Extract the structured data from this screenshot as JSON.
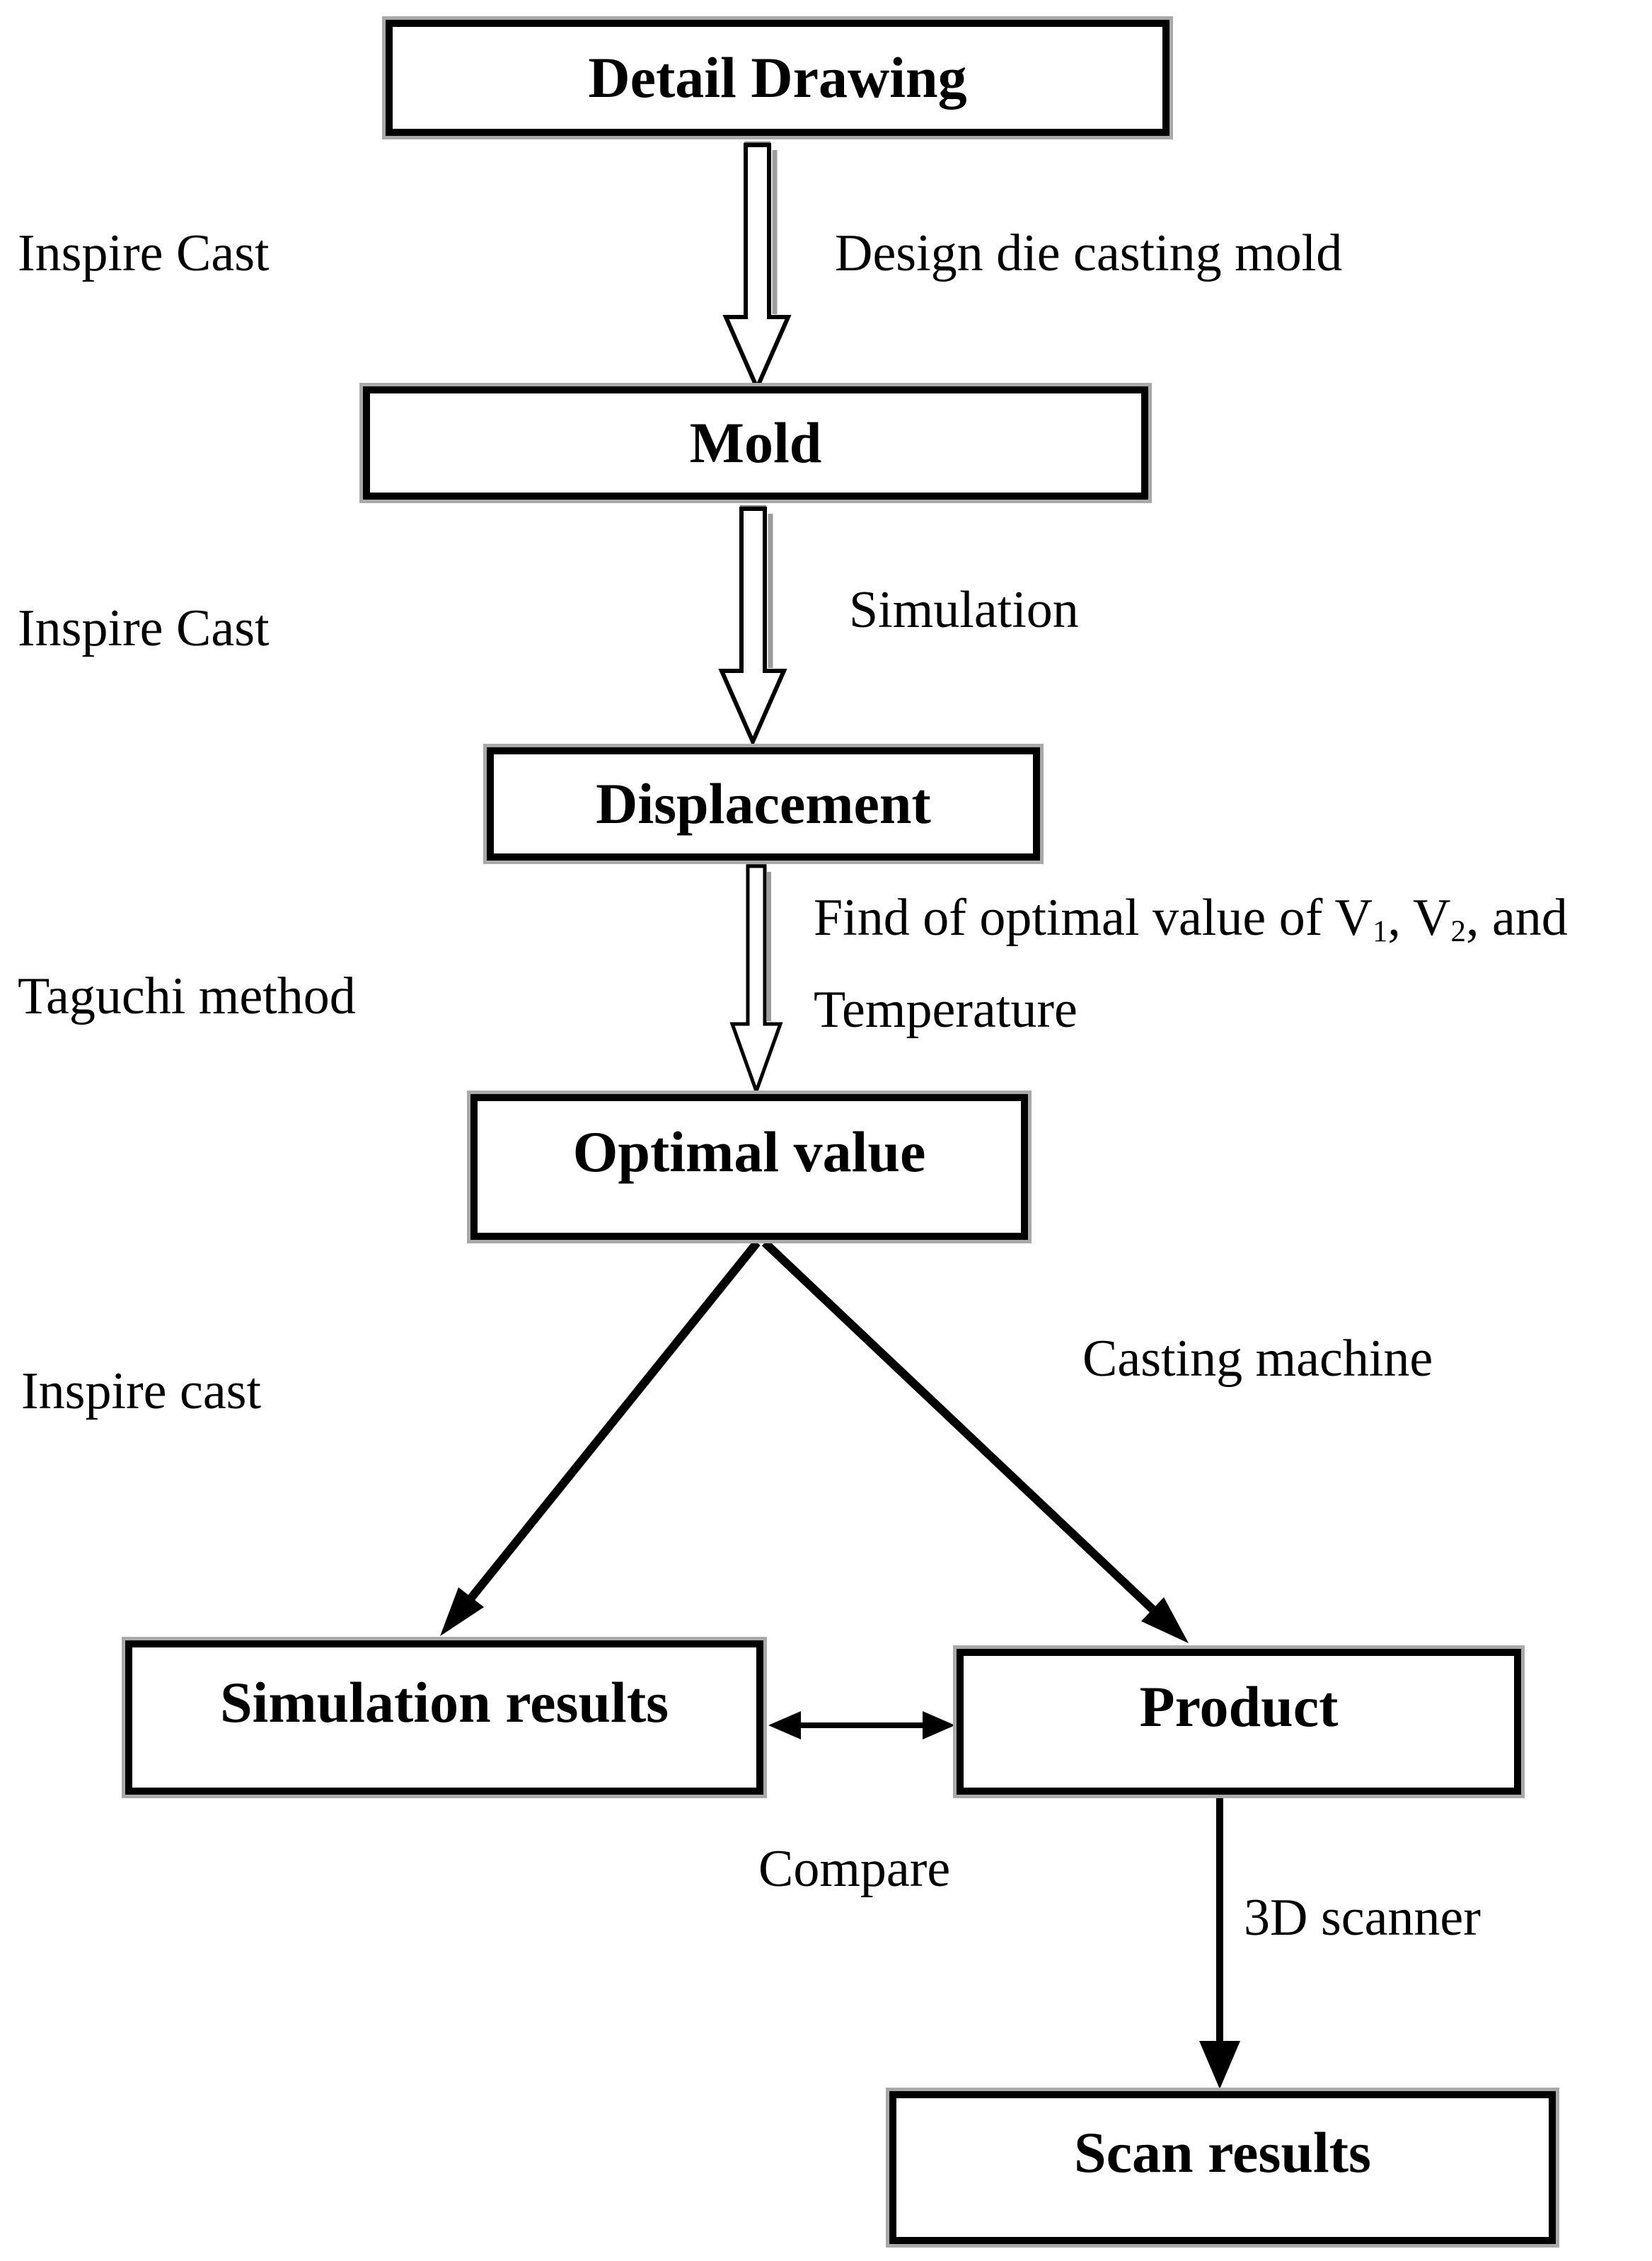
{
  "figure": {
    "type": "flowchart",
    "background_color": "#ffffff",
    "line_color": "#000000",
    "box_shadow_color": "#a9a9a9"
  },
  "boxes": {
    "detail_drawing": {
      "label": "Detail Drawing"
    },
    "mold": {
      "label": "Mold"
    },
    "displacement": {
      "label": "Displacement"
    },
    "optimal_value": {
      "label": "Optimal value"
    },
    "simulation_results": {
      "label": "Simulation results"
    },
    "product": {
      "label": "Product"
    },
    "scan_results": {
      "label": "Scan results"
    }
  },
  "labels": {
    "inspire_cast_1": "Inspire Cast",
    "design_die_casting_mold": "Design die casting mold",
    "inspire_cast_2": "Inspire Cast",
    "simulation": "Simulation",
    "taguchi_method": "Taguchi method",
    "find_optimal": {
      "part1": "Find of optimal value of V",
      "sub1": "1",
      "part2": ", V",
      "sub2": "2",
      "part3": ", and",
      "line2": "Temperature"
    },
    "inspire_cast_3": "Inspire cast",
    "casting_machine": "Casting machine",
    "compare": "Compare",
    "scanner_3d": "3D scanner"
  },
  "edges": [
    {
      "from": "Detail Drawing",
      "to": "Mold",
      "tool": "Inspire Cast",
      "action": "Design die casting mold"
    },
    {
      "from": "Mold",
      "to": "Displacement",
      "tool": "Inspire Cast",
      "action": "Simulation"
    },
    {
      "from": "Displacement",
      "to": "Optimal value",
      "tool": "Taguchi method",
      "action": "Find of optimal value of V1, V2, and Temperature"
    },
    {
      "from": "Optimal value",
      "to": "Simulation results",
      "tool": "Inspire cast"
    },
    {
      "from": "Optimal value",
      "to": "Product",
      "tool": "Casting machine"
    },
    {
      "from": "Simulation results",
      "to": "Product",
      "relation": "Compare",
      "bidirectional": true
    },
    {
      "from": "Product",
      "to": "Scan results",
      "tool": "3D scanner"
    }
  ]
}
